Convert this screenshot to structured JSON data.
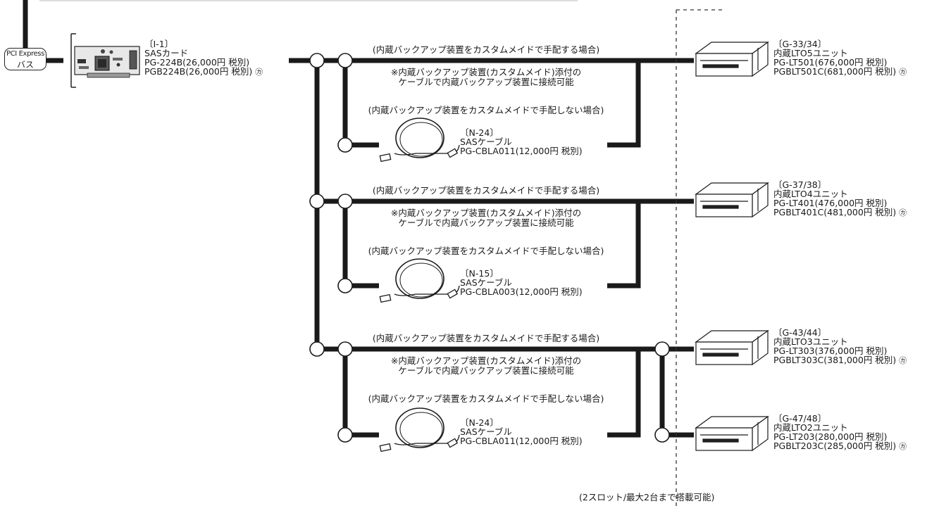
{
  "pcie_bus": {
    "line1": "PCI Express",
    "line2": "バス"
  },
  "sas_card": {
    "code": "〔I-1〕",
    "name": "SASカード",
    "model1": "PG-224B(26,000円 税別)",
    "model2": "PGB224B(26,000円 税別)",
    "mark": "㋕"
  },
  "sections": [
    {
      "custom_label": "(内蔵バックアップ装置をカスタムメイドで手配する場合)",
      "note1": "※内蔵バックアップ装置(カスタムメイド)添付の",
      "note2": "ケーブルで内蔵バックアップ装置に接続可能",
      "not_custom_label": "(内蔵バックアップ装置をカスタムメイドで手配しない場合)",
      "cable": {
        "code": "〔N-24〕",
        "name": "SASケーブル",
        "model": "PG-CBLA011(12,000円 税別)"
      }
    },
    {
      "custom_label": "(内蔵バックアップ装置をカスタムメイドで手配する場合)",
      "note1": "※内蔵バックアップ装置(カスタムメイド)添付の",
      "note2": "ケーブルで内蔵バックアップ装置に接続可能",
      "not_custom_label": "(内蔵バックアップ装置をカスタムメイドで手配しない場合)",
      "cable": {
        "code": "〔N-15〕",
        "name": "SASケーブル",
        "model": "PG-CBLA003(12,000円 税別)"
      }
    },
    {
      "custom_label": "(内蔵バックアップ装置をカスタムメイドで手配する場合)",
      "note1": "※内蔵バックアップ装置(カスタムメイド)添付の",
      "note2": "ケーブルで内蔵バックアップ装置に接続可能",
      "not_custom_label": "(内蔵バックアップ装置をカスタムメイドで手配しない場合)",
      "cable": {
        "code": "〔N-24〕",
        "name": "SASケーブル",
        "model": "PG-CBLA011(12,000円 税別)"
      }
    }
  ],
  "drives": [
    {
      "code": "〔G-33/34〕",
      "name": "内蔵LTO5ユニット",
      "model1": "PG-LT501(676,000円 税別)",
      "model2": "PGBLT501C(681,000円 税別)",
      "mark": "㋕"
    },
    {
      "code": "〔G-37/38〕",
      "name": "内蔵LTO4ユニット",
      "model1": "PG-LT401(476,000円 税別)",
      "model2": "PGBLT401C(481,000円 税別)",
      "mark": "㋕"
    },
    {
      "code": "〔G-43/44〕",
      "name": "内蔵LTO3ユニット",
      "model1": "PG-LT303(376,000円 税別)",
      "model2": "PGBLT303C(381,000円 税別)",
      "mark": "㋕"
    },
    {
      "code": "〔G-47/48〕",
      "name": "内蔵LTO2ユニット",
      "model1": "PG-LT203(280,000円 税別)",
      "model2": "PGBLT203C(285,000円 税別)",
      "mark": "㋕"
    }
  ],
  "footnote": "(2スロット/最大2台まで搭載可能)"
}
